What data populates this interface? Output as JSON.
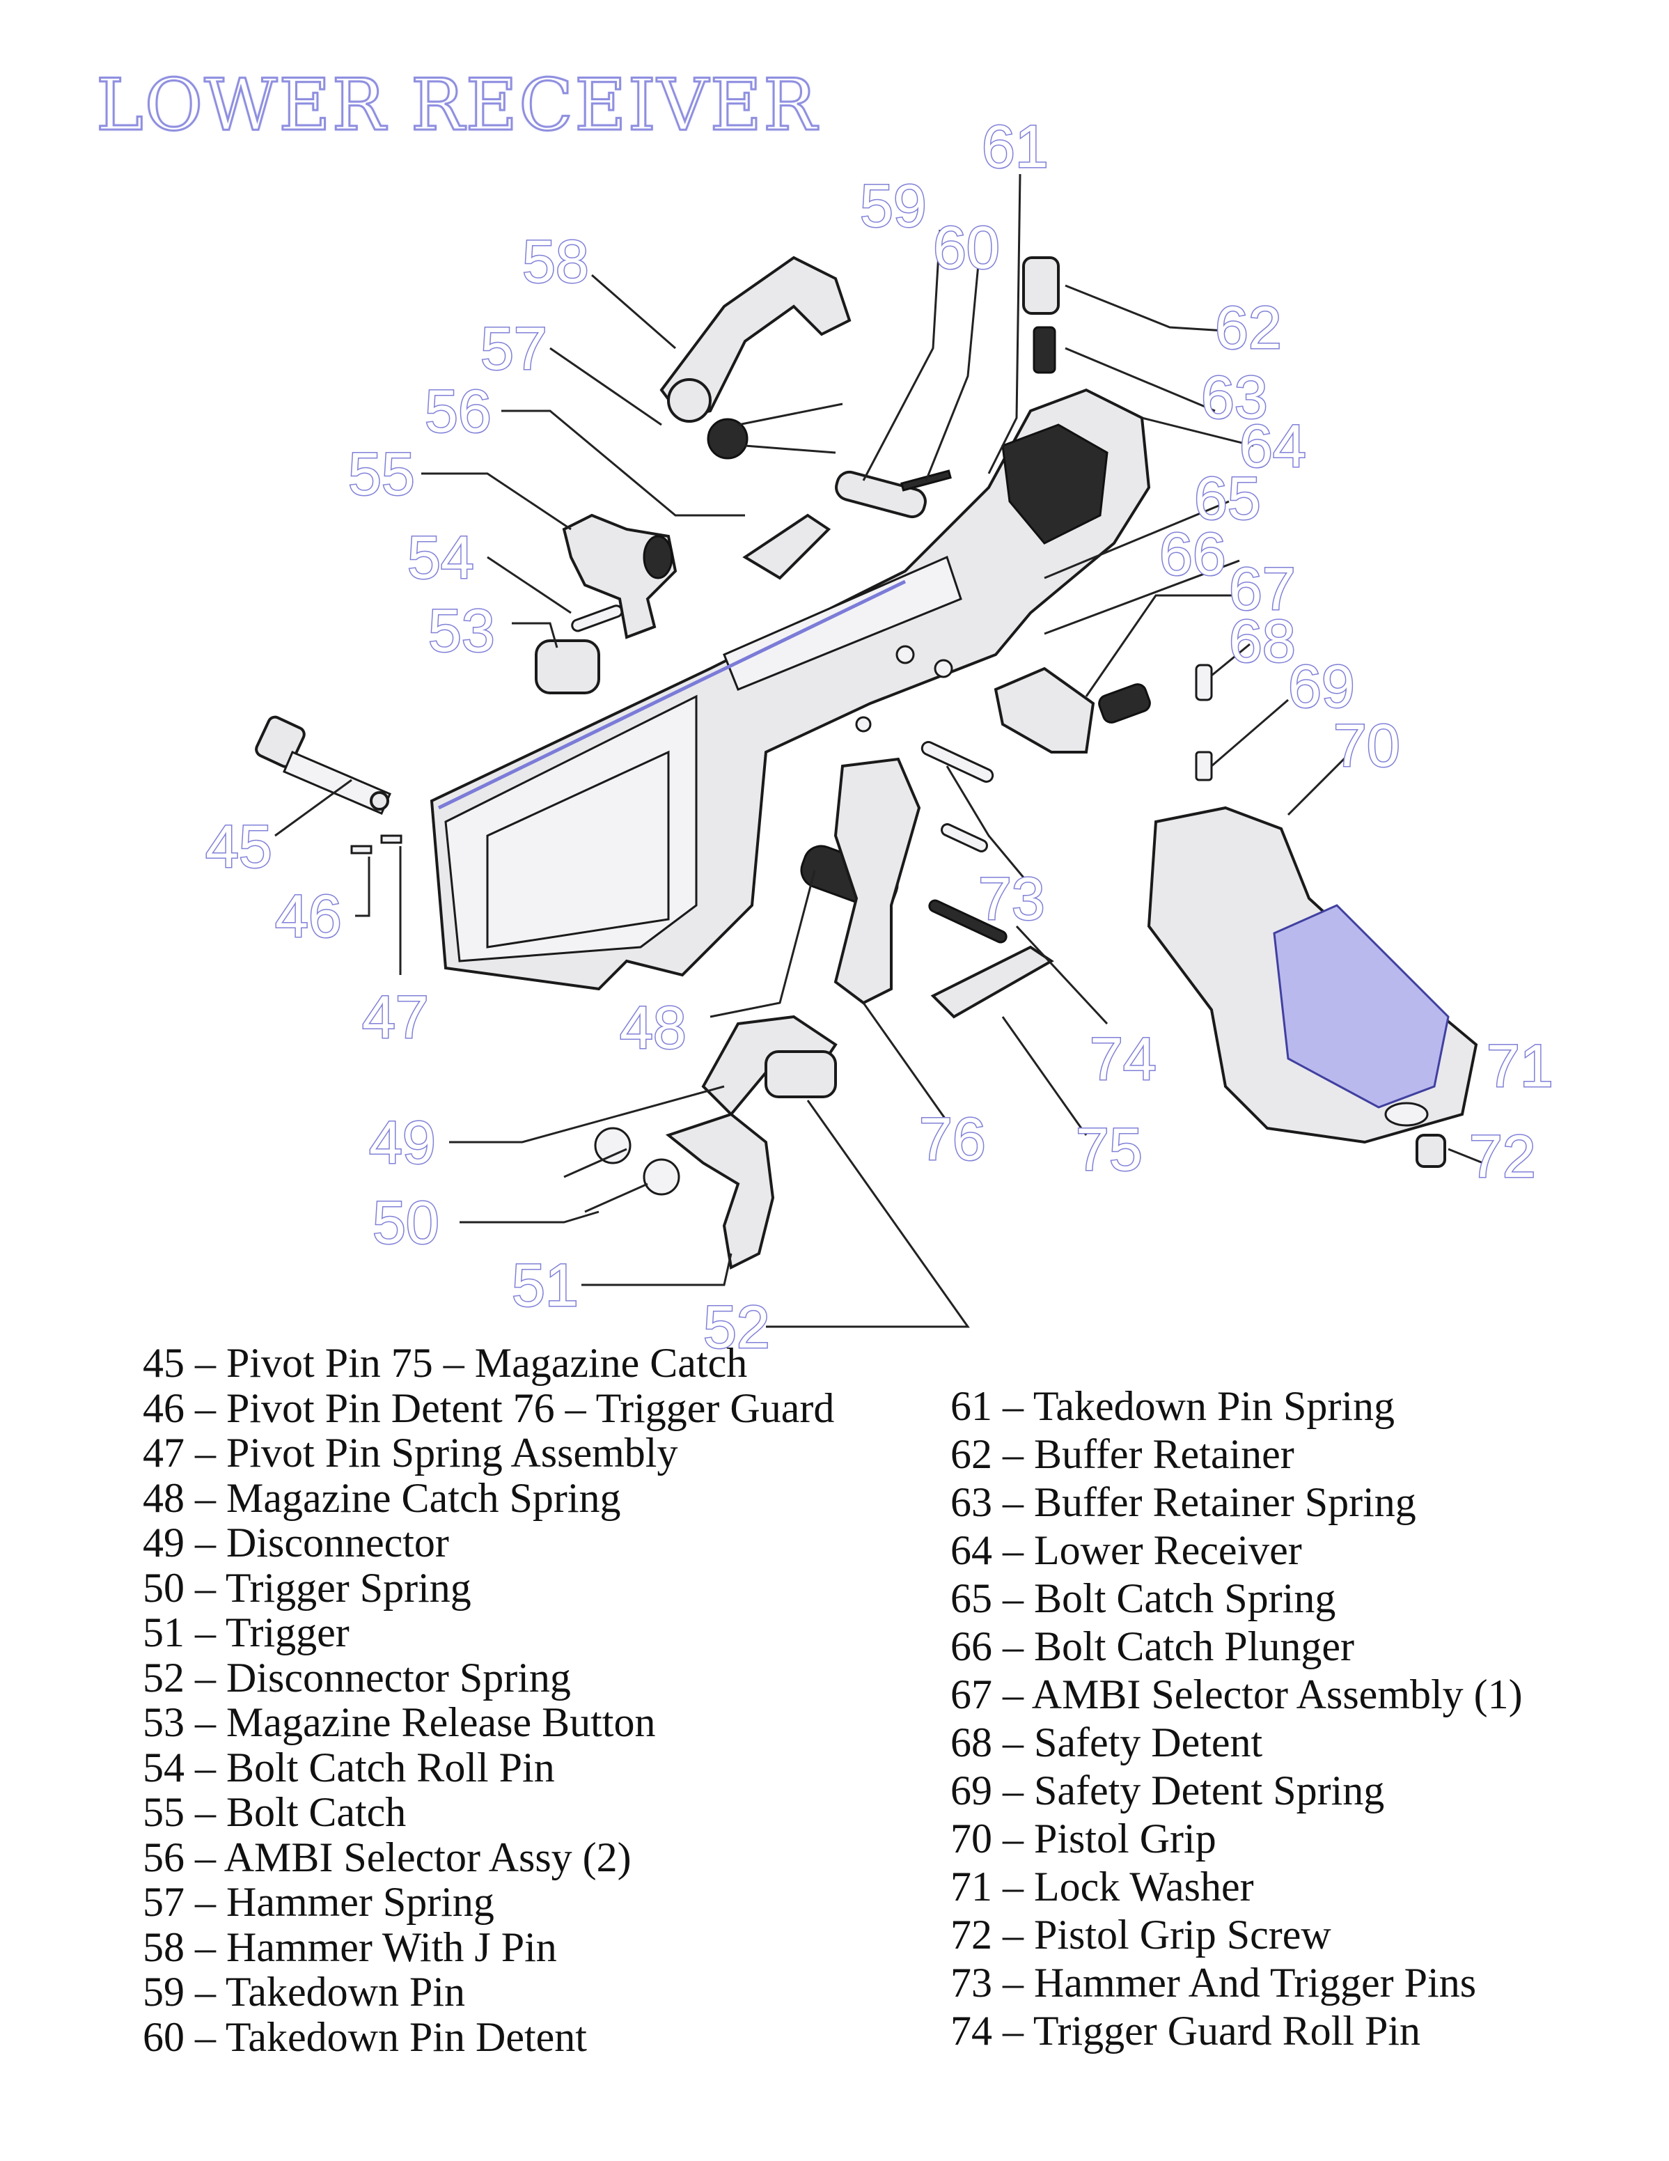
{
  "title": "LOWER RECEIVER",
  "callouts": [
    "45",
    "46",
    "47",
    "48",
    "49",
    "50",
    "51",
    "52",
    "53",
    "54",
    "55",
    "56",
    "57",
    "58",
    "59",
    "60",
    "61",
    "62",
    "63",
    "64",
    "65",
    "66",
    "67",
    "68",
    "69",
    "70",
    "71",
    "72",
    "73",
    "74",
    "75",
    "76"
  ],
  "legend_left": [
    "45 – Pivot Pin 75 – Magazine Catch",
    "46 – Pivot Pin Detent 76 – Trigger Guard",
    "47 – Pivot Pin Spring Assembly",
    "48 – Magazine Catch Spring",
    "49 – Disconnector",
    "50 – Trigger Spring",
    "51 – Trigger",
    "52 – Disconnector Spring",
    "53 – Magazine Release Button",
    "54 – Bolt Catch Roll Pin",
    "55 – Bolt Catch",
    "56 – AMBI Selector Assy (2)",
    "57 – Hammer Spring",
    "58 – Hammer With J Pin",
    "59 – Takedown Pin",
    "60 – Takedown Pin Detent"
  ],
  "legend_right": [
    "61 – Takedown Pin Spring",
    "62 – Buffer Retainer",
    "63 – Buffer Retainer Spring",
    "64 – Lower Receiver",
    "65 – Bolt Catch Spring",
    "66 – Bolt Catch Plunger",
    "67 – AMBI Selector Assembly (1)",
    "68 – Safety Detent",
    "69 – Safety Detent Spring",
    "70 – Pistol Grip",
    "71 – Lock Washer",
    "72 – Pistol Grip Screw",
    "73 – Hammer And Trigger Pins",
    "74 – Trigger Guard Roll Pin"
  ]
}
